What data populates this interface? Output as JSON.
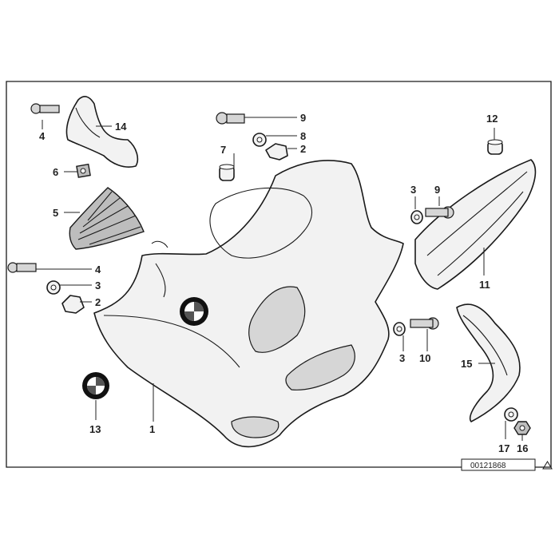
{
  "diagram": {
    "reference_number": "00121868",
    "callouts": [
      {
        "id": "c1",
        "label": "1"
      },
      {
        "id": "c2a",
        "label": "2"
      },
      {
        "id": "c2b",
        "label": "2"
      },
      {
        "id": "c3a",
        "label": "3"
      },
      {
        "id": "c3b",
        "label": "3"
      },
      {
        "id": "c3c",
        "label": "3"
      },
      {
        "id": "c4a",
        "label": "4"
      },
      {
        "id": "c4b",
        "label": "4"
      },
      {
        "id": "c5",
        "label": "5"
      },
      {
        "id": "c6",
        "label": "6"
      },
      {
        "id": "c7",
        "label": "7"
      },
      {
        "id": "c8",
        "label": "8"
      },
      {
        "id": "c9a",
        "label": "9"
      },
      {
        "id": "c9b",
        "label": "9"
      },
      {
        "id": "c10",
        "label": "10"
      },
      {
        "id": "c11",
        "label": "11"
      },
      {
        "id": "c12",
        "label": "12"
      },
      {
        "id": "c13",
        "label": "13"
      },
      {
        "id": "c14",
        "label": "14"
      },
      {
        "id": "c15",
        "label": "15"
      },
      {
        "id": "c16",
        "label": "16"
      },
      {
        "id": "c17",
        "label": "17"
      }
    ],
    "parts": {
      "fairing": "side-fairing",
      "badge": "bmw-badge",
      "grille": "air-grille",
      "bracket": "mounting-bracket",
      "trim": "fairing-trim",
      "deflector": "wind-deflector",
      "washer": "washer",
      "screw": "screw",
      "nut": "nut",
      "clip": "clip",
      "grommet": "grommet",
      "cap": "cap"
    },
    "icon": "warning-triangle-icon"
  }
}
